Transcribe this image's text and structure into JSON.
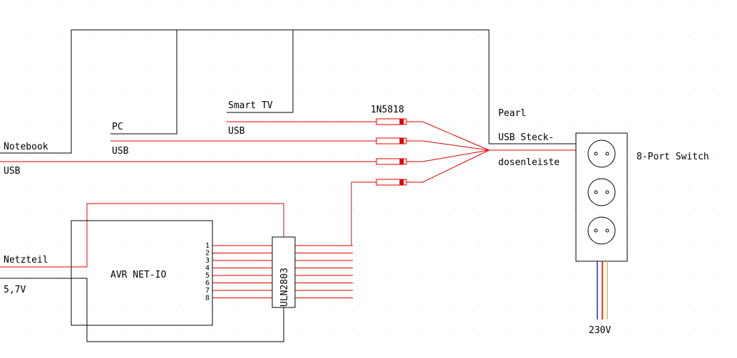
{
  "labels": {
    "notebook": "Notebook",
    "notebook_usb": "USB",
    "pc": "PC",
    "pc_usb": "USB",
    "smart_tv": "Smart TV",
    "smart_tv_usb": "USB",
    "diode": "1N5818",
    "pearl": "Pearl",
    "usb_steck": "USB Steck-",
    "dosenleiste": "dosenleiste",
    "switch": "8-Port Switch",
    "netzteil": "Netzteil",
    "voltage": "5,7V",
    "avr": "AVR NET-IO",
    "uln": "ULN2803",
    "mains": "230V",
    "pins": [
      "1",
      "2",
      "3",
      "4",
      "5",
      "6",
      "7",
      "8"
    ]
  },
  "colors": {
    "wire_black": "#000000",
    "wire_red": "#e00000",
    "mains_blue": "#2020ff",
    "mains_red": "#e00000",
    "mains_yellow": "#e8c000"
  }
}
